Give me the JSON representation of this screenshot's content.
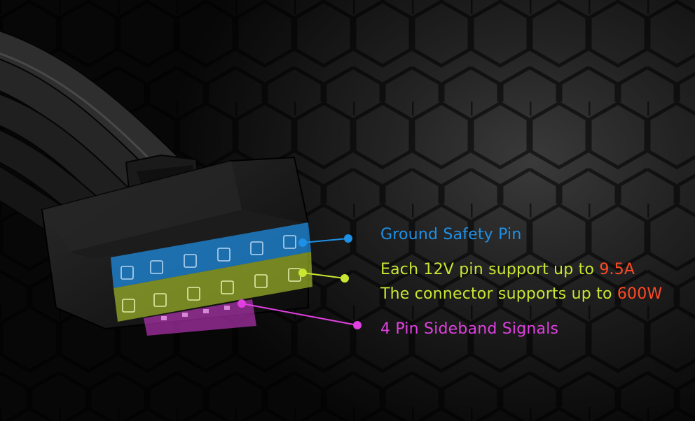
{
  "colors": {
    "ground": "#1e90e6",
    "twelve_v": "#c8e632",
    "sideband": "#e040e0",
    "highlight": "#ff4a24",
    "background": "#1e1e1e"
  },
  "callouts": {
    "ground": {
      "text": "Ground Safety Pin"
    },
    "power": {
      "line1_prefix": "Each 12V pin support up to ",
      "line1_value": "9.5A",
      "line2_prefix": "The connector supports up to ",
      "line2_value": "600W"
    },
    "sideband": {
      "text": "4 Pin Sideband Signals"
    }
  }
}
